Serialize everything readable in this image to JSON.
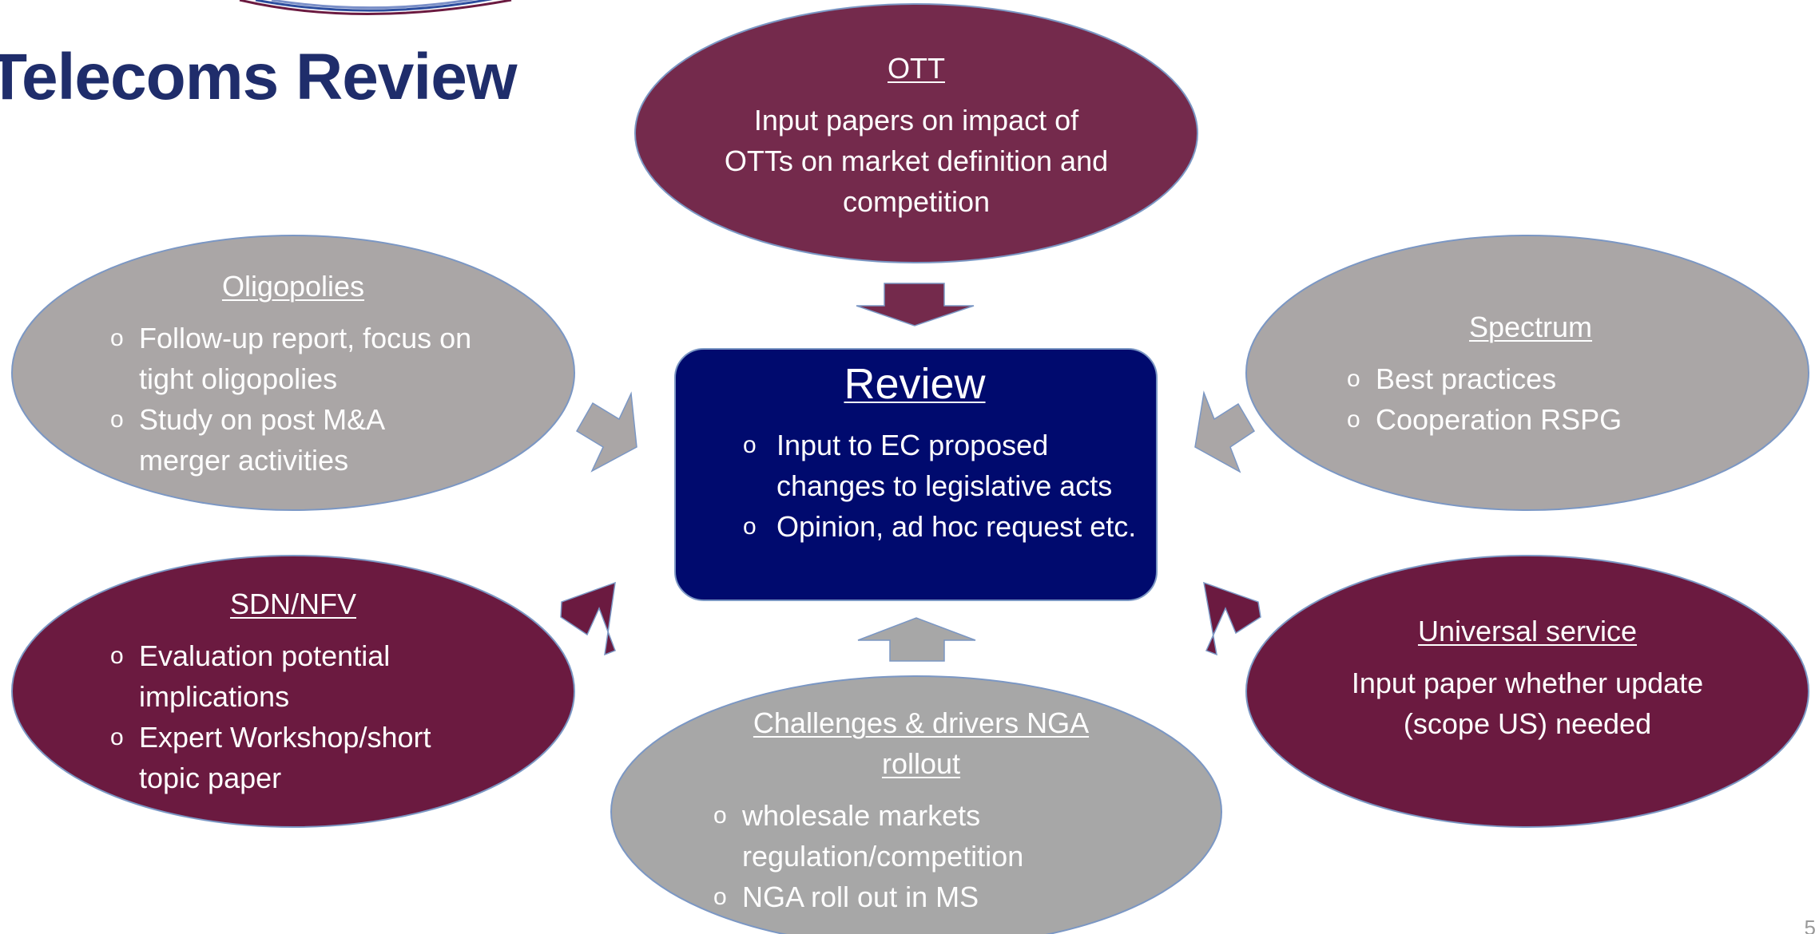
{
  "slide": {
    "title": "Telecoms Review",
    "page_number": "5"
  },
  "colors": {
    "maroon_dark": "#6b1a40",
    "maroon_mid": "#742a4c",
    "grey": "#aaa6a6",
    "grey_light": "#a7a7a7",
    "navy": "#000a6e",
    "title_blue": "#1f2d6b",
    "outline": "#7b97c4"
  },
  "nodes": {
    "center": {
      "heading": "Review",
      "items": [
        "Input to  EC  proposed changes to legislative acts",
        "Opinion, ad hoc request etc."
      ]
    },
    "ott": {
      "heading": "OTT",
      "body": "Input papers  on impact of OTTs on market definition and competition"
    },
    "oligopolies": {
      "heading": "Oligopolies",
      "items": [
        "Follow-up report, focus on tight oligopolies",
        "Study on post M&A merger activities"
      ]
    },
    "spectrum": {
      "heading": "Spectrum",
      "items": [
        "Best practices",
        "Cooperation RSPG"
      ]
    },
    "sdn_nfv": {
      "heading": "SDN/NFV",
      "items": [
        "Evaluation potential implications",
        "Expert Workshop/short topic paper"
      ]
    },
    "universal_service": {
      "heading": "Universal service",
      "body": "Input paper whether update (scope US) needed"
    },
    "nga": {
      "heading": "Challenges & drivers NGA rollout",
      "items": [
        "wholesale markets regulation/competition",
        "NGA roll out in MS"
      ]
    }
  },
  "bullet_glyph": "o"
}
